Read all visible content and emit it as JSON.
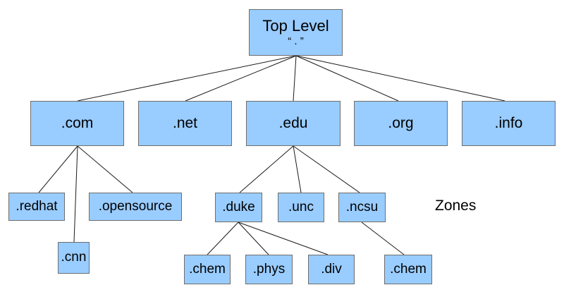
{
  "title_node": {
    "label": "Top Level",
    "root_name": "“ . ”"
  },
  "nodes": {
    "com": ".com",
    "net": ".net",
    "edu": ".edu",
    "org": ".org",
    "info": ".info",
    "redhat": ".redhat",
    "opensource": ".opensource",
    "cnn": ".cnn",
    "duke": ".duke",
    "unc": ".unc",
    "ncsu": ".ncsu",
    "chem_duke": ".chem",
    "phys": ".phys",
    "div": ".div",
    "chem_ncsu": ".chem"
  },
  "annotations": {
    "zones": "Zones"
  },
  "colors": {
    "node_fill": "#99CCFF",
    "node_border": "#6e6e6e",
    "edge": "#1a1a1a",
    "background": "#ffffff"
  }
}
